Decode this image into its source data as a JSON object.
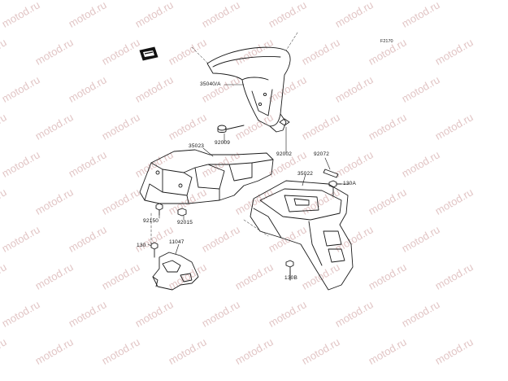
{
  "figure_number": "F2170",
  "watermark_text": "motod.ru",
  "logo_text": "KAWASAKI",
  "parts": {
    "p35040A": "35040/A",
    "p92009": "92009",
    "p35023": "35023",
    "p92002": "92002",
    "p92072": "92072",
    "p35022": "35022",
    "p130A": "130A",
    "p92150": "92150",
    "p92015": "92015",
    "p130": "130",
    "p11047": "11047",
    "p130B": "130B"
  },
  "colors": {
    "line": "#1a1a1a",
    "watermark": "#e2c6c6",
    "background": "#ffffff"
  }
}
